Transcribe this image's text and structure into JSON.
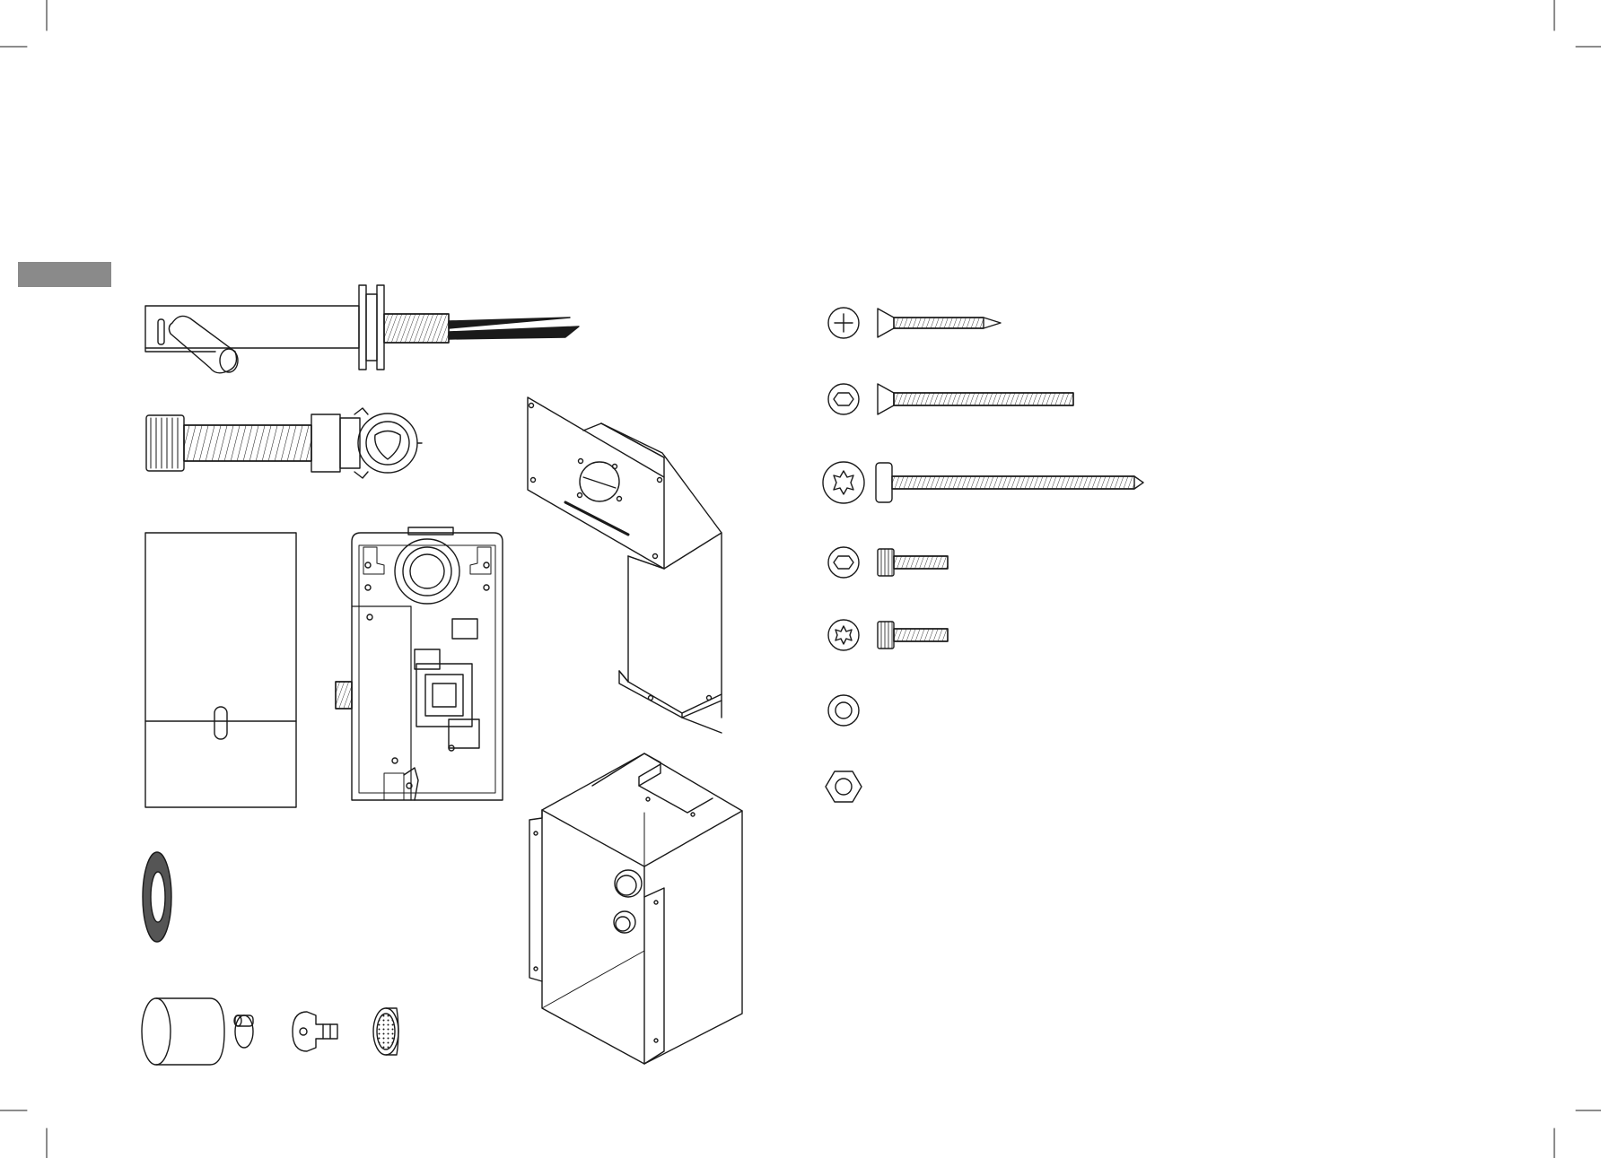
{
  "page": {
    "background": "#ffffff",
    "ink_color": "#1a1a1a",
    "tab_color": "#8a8a8a"
  },
  "crop_marks": [
    "crop-mark-top-left-icon",
    "crop-mark-top-right-icon",
    "crop-mark-bottom-left-icon",
    "crop-mark-bottom-right-icon"
  ],
  "parts": [
    "faucet-spout-illustration",
    "flexible-hose-connector-illustration",
    "template-sheet-illustration",
    "control-unit-illustration",
    "mounting-bracket-illustration",
    "gasket-ring-illustration",
    "round-cap-illustration",
    "hose-clamp-illustration",
    "service-key-illustration",
    "aerator-illustration",
    "installation-box-illustration"
  ],
  "fasteners": [
    {
      "head": "phillips-head-icon",
      "part": "countersunk-wood-screw-icon"
    },
    {
      "head": "hex-socket-head-icon",
      "part": "long-countersunk-machine-screw-icon"
    },
    {
      "head": "torx-head-icon",
      "part": "pan-head-wood-screw-icon"
    },
    {
      "head": "hex-socket-head-icon",
      "part": "short-hex-socket-bolt-icon"
    },
    {
      "head": "torx-head-icon",
      "part": "short-torx-bolt-icon"
    },
    {
      "head": "washer-icon",
      "part": ""
    },
    {
      "head": "hex-nut-icon",
      "part": ""
    }
  ]
}
